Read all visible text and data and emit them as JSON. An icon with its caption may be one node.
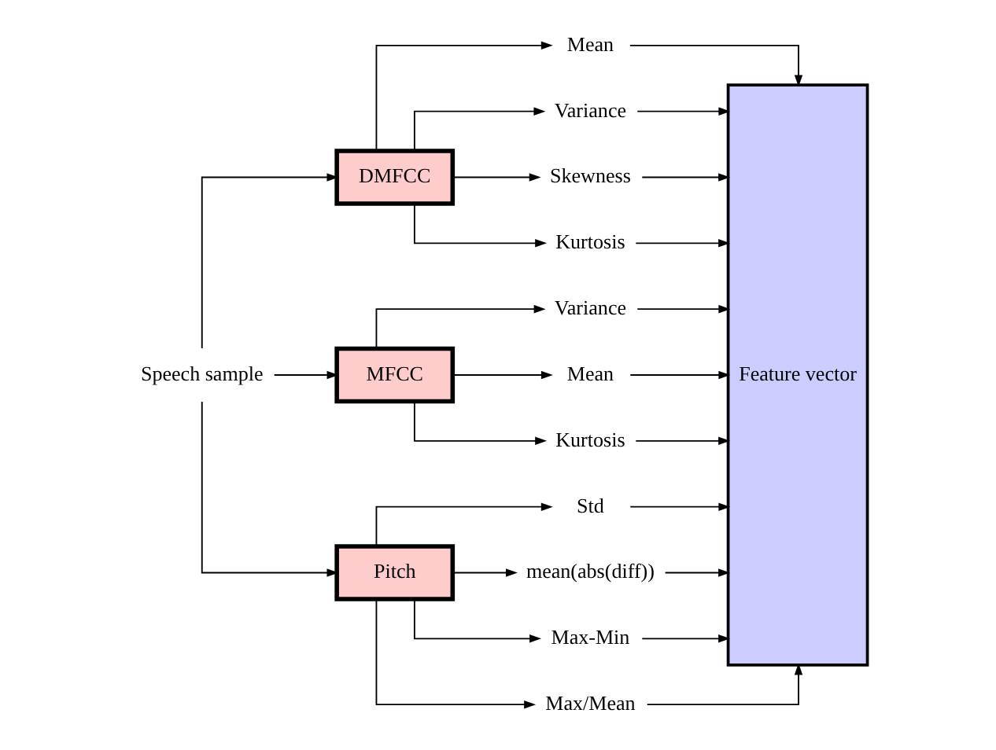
{
  "diagram": {
    "nodes": [
      {
        "text": [
          "Speech sample"
        ]
      },
      {
        "text": [
          "DMFCC"
        ]
      },
      {
        "text": [
          "MFCC"
        ]
      },
      {
        "text": [
          "Pitch"
        ]
      },
      {
        "text": [
          "Mean"
        ]
      },
      {
        "text": [
          "Variance"
        ]
      },
      {
        "text": [
          "Skewness"
        ]
      },
      {
        "text": [
          "Kurtosis"
        ]
      },
      {
        "text": [
          "Variance"
        ]
      },
      {
        "text": [
          "Mean"
        ]
      },
      {
        "text": [
          "Kurtosis"
        ]
      },
      {
        "text": [
          "Std"
        ]
      },
      {
        "text": [
          "mean(abs(diff))"
        ]
      },
      {
        "text": [
          "Max-Min"
        ]
      },
      {
        "text": [
          "Max/Mean"
        ]
      },
      {
        "text": [
          "Feature vector"
        ]
      }
    ],
    "edges": [
      {
        "from": 0,
        "to": 1,
        "arrow": "to"
      },
      {
        "from": 0,
        "to": 2,
        "arrow": "to"
      },
      {
        "from": 0,
        "to": 3,
        "arrow": "to"
      },
      {
        "from": 1,
        "to": 4,
        "arrow": "to"
      },
      {
        "from": 1,
        "to": 5,
        "arrow": "to"
      },
      {
        "from": 1,
        "to": 6,
        "arrow": "to"
      },
      {
        "from": 1,
        "to": 7,
        "arrow": "to"
      },
      {
        "from": 2,
        "to": 8,
        "arrow": "to"
      },
      {
        "from": 2,
        "to": 9,
        "arrow": "to"
      },
      {
        "from": 2,
        "to": 10,
        "arrow": "to"
      },
      {
        "from": 3,
        "to": 11,
        "arrow": "to"
      },
      {
        "from": 3,
        "to": 12,
        "arrow": "to"
      },
      {
        "from": 3,
        "to": 13,
        "arrow": "to"
      },
      {
        "from": 3,
        "to": 14,
        "arrow": "to"
      },
      {
        "from": 4,
        "to": 15,
        "arrow": "to"
      },
      {
        "from": 5,
        "to": 15,
        "arrow": "to"
      },
      {
        "from": 6,
        "to": 15,
        "arrow": "to"
      },
      {
        "from": 7,
        "to": 15,
        "arrow": "to"
      },
      {
        "from": 8,
        "to": 15,
        "arrow": "to"
      },
      {
        "from": 9,
        "to": 15,
        "arrow": "to"
      },
      {
        "from": 10,
        "to": 15,
        "arrow": "to"
      },
      {
        "from": 11,
        "to": 15,
        "arrow": "to"
      },
      {
        "from": 12,
        "to": 15,
        "arrow": "to"
      },
      {
        "from": 13,
        "to": 15,
        "arrow": "to"
      },
      {
        "from": 14,
        "to": 15,
        "arrow": "to"
      }
    ]
  }
}
